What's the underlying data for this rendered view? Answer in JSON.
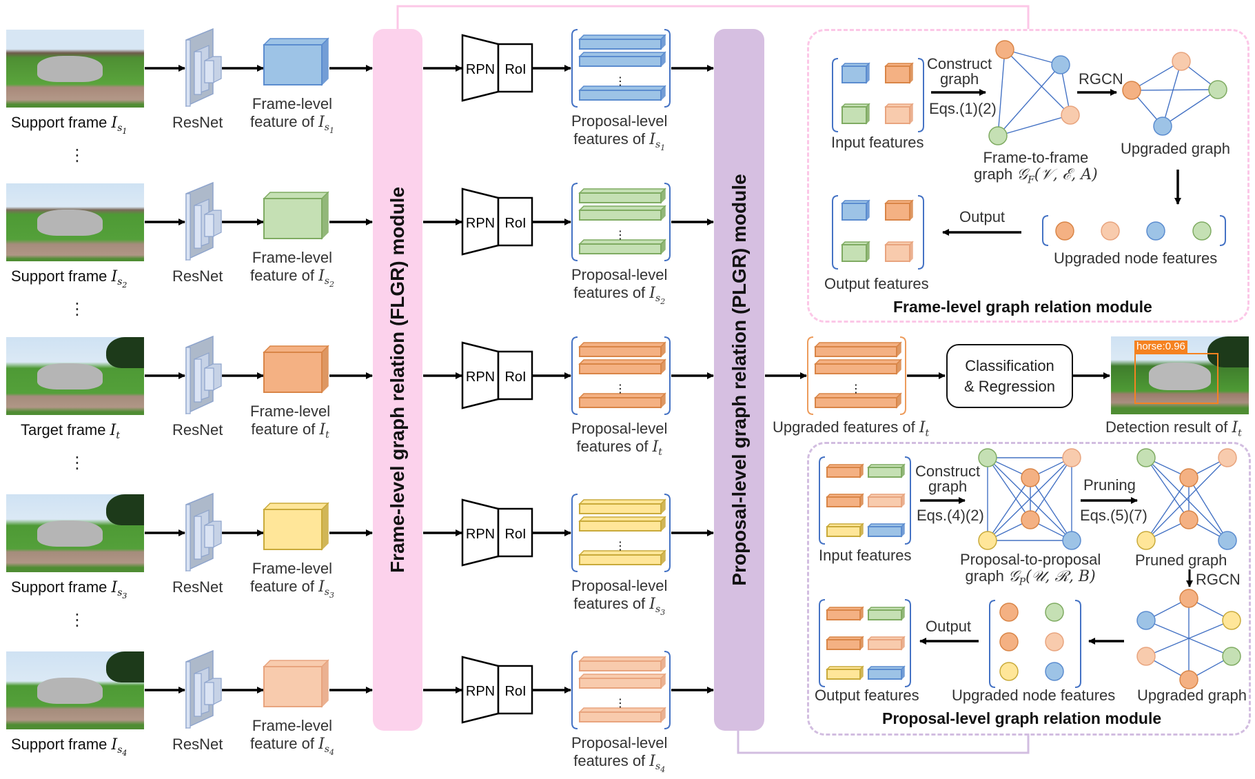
{
  "colors": {
    "blue": "#9dc3e6",
    "blue_edge": "#5b8ccf",
    "green": "#c5e0b4",
    "green_edge": "#7fab62",
    "orange": "#f4b183",
    "orange_edge": "#d98547",
    "yellow": "#ffe699",
    "yellow_edge": "#c9aa3a",
    "peach": "#f8cbad",
    "peach_edge": "#e8a47e",
    "flgr_pink": "#fcd2ec",
    "plgr_purple": "#d6bfe1",
    "edge_blue": "#4472c4",
    "detection_orange": "#f58220"
  },
  "rows": [
    {
      "frame_label": "Support frame ",
      "frame_var": "I",
      "frame_sub": "s",
      "frame_subsub": "1",
      "color": "blue",
      "backbone": "ResNet",
      "frame_feature_line1": "Frame-level",
      "frame_feature_line2": "feature of ",
      "proposal_line1": "Proposal-level",
      "proposal_line2": "features of "
    },
    {
      "frame_label": "Support frame ",
      "frame_var": "I",
      "frame_sub": "s",
      "frame_subsub": "2",
      "color": "green",
      "backbone": "ResNet",
      "frame_feature_line1": "Frame-level",
      "frame_feature_line2": "feature of ",
      "proposal_line1": "Proposal-level",
      "proposal_line2": "features of "
    },
    {
      "frame_label": "Target frame ",
      "frame_var": "I",
      "frame_sub": "t",
      "frame_subsub": "",
      "color": "orange",
      "backbone": "ResNet",
      "frame_feature_line1": "Frame-level",
      "frame_feature_line2": "feature of ",
      "proposal_line1": "Proposal-level",
      "proposal_line2": "features of "
    },
    {
      "frame_label": "Support frame ",
      "frame_var": "I",
      "frame_sub": "s",
      "frame_subsub": "3",
      "color": "yellow",
      "backbone": "ResNet",
      "frame_feature_line1": "Frame-level",
      "frame_feature_line2": "feature of ",
      "proposal_line1": "Proposal-level",
      "proposal_line2": "features of "
    },
    {
      "frame_label": "Support frame ",
      "frame_var": "I",
      "frame_sub": "s",
      "frame_subsub": "4",
      "color": "peach",
      "backbone": "ResNet",
      "frame_feature_line1": "Frame-level",
      "frame_feature_line2": "feature of ",
      "proposal_line1": "Proposal-level",
      "proposal_line2": "features of "
    }
  ],
  "ellipsis": "⋮",
  "rpn_label": "RPN",
  "roi_label": "RoI",
  "flgr_bar_label": "Frame-level graph relation (FLGR) module",
  "plgr_bar_label": "Proposal-level graph relation (PLGR) module",
  "middle": {
    "upgraded_features_label": "Upgraded features of ",
    "cls_line1": "Classification",
    "cls_line2": "& Regression",
    "detection_label": "Detection result of ",
    "detection_tag": "horse:0.96",
    "var": "I",
    "sub": "t"
  },
  "flg_module": {
    "title": "Frame-level graph relation module",
    "input_label": "Input features",
    "construct_line1": "Construct",
    "construct_line2": "graph",
    "eqs": "Eqs.(1)(2)",
    "graph_line1": "Frame-to-frame",
    "graph_line2_prefix": "graph ",
    "graph_symbol": "𝒢",
    "graph_sub": "F",
    "graph_args": "(𝒱, ℰ, A)",
    "rgcn": "RGCN",
    "upgraded_graph": "Upgraded graph",
    "upgraded_nodes": "Upgraded node features",
    "output_arrow": "Output",
    "output_label": "Output features"
  },
  "plg_module": {
    "title": "Proposal-level graph relation module",
    "input_label": "Input features",
    "construct_line1": "Construct",
    "construct_line2": "graph",
    "eqs": "Eqs.(4)(2)",
    "graph_line1": "Proposal-to-proposal",
    "graph_line2_prefix": "graph ",
    "graph_symbol": "𝒢",
    "graph_sub": "P",
    "graph_args": "(𝒰, ℛ, B)",
    "pruning": "Pruning",
    "pruning_eqs": "Eqs.(5)(7)",
    "pruned_graph": "Pruned graph",
    "rgcn": "RGCN",
    "upgraded_graph": "Upgraded graph",
    "upgraded_nodes": "Upgraded node features",
    "output_arrow": "Output",
    "output_label": "Output features"
  }
}
